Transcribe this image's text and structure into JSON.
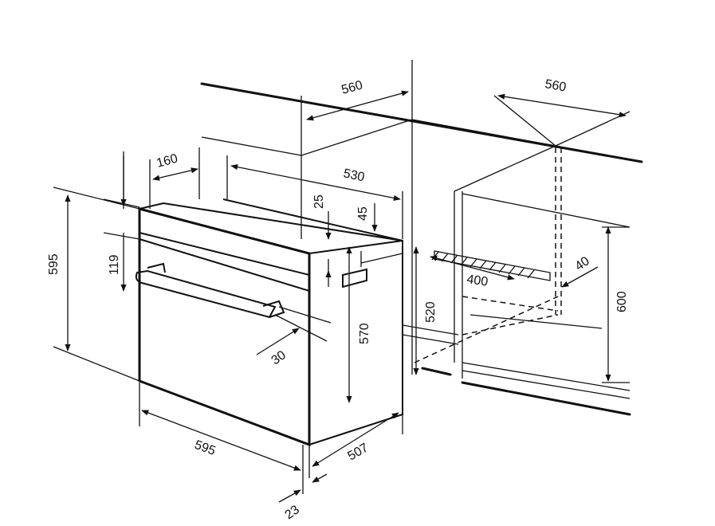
{
  "diagram": {
    "units": "mm",
    "colors": {
      "line": "#111111",
      "background": "#ffffff"
    },
    "dimensions": {
      "cabinet_depth_left": "560",
      "cabinet_depth_right": "560",
      "oven_top_offset": "160",
      "oven_body_depth": "530",
      "gap_top": "25",
      "vent_height": "45",
      "oven_height": "595",
      "panel_height": "119",
      "vent_depth": "40",
      "vent_width": "400",
      "niche_height": "600",
      "niche_floor_height": "520",
      "oven_body_height": "570",
      "handle_depth": "30",
      "oven_width": "595",
      "oven_side_depth": "507",
      "front_thickness": "23"
    }
  }
}
